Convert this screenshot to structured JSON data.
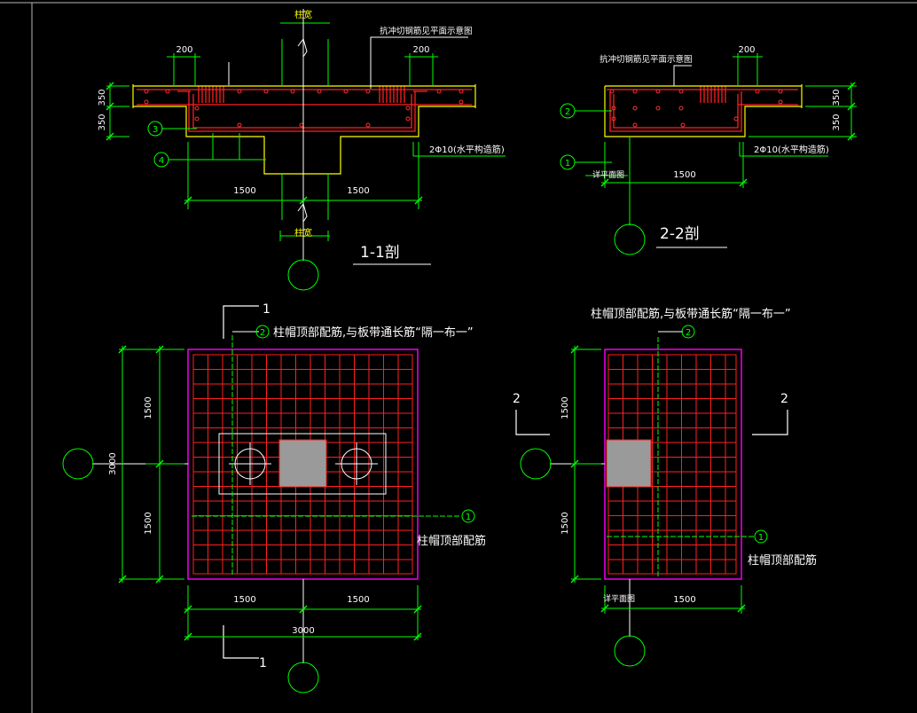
{
  "colors": {
    "background": "#000000",
    "dimension": "#00ff00",
    "concrete_outline": "#ffff00",
    "rebar": "#ff2020",
    "stirrup": "#ff3030",
    "cap_boundary": "#ff00ff",
    "axis": "#ffffff",
    "leader": "#ffffff",
    "column_fill": "#9a9a9a",
    "frame": "#b8b8b8"
  },
  "section_1": {
    "title": "1-1剖",
    "note_top": "抗冲切钢筋见平面示意图",
    "col_width_top": "柱宽",
    "col_width_bottom": "柱宽",
    "dim_200_left": "200",
    "dim_200_right": "200",
    "dim_350_upper": "350",
    "dim_350_lower": "350",
    "dim_1500_left": "1500",
    "dim_1500_right": "1500",
    "rebar_note": "2Φ10(水平构造筋)",
    "marker_3": "3",
    "marker_4": "4"
  },
  "section_2": {
    "title": "2-2剖",
    "note_top": "抗冲切钢筋见平面示意图",
    "dim_200": "200",
    "dim_350_upper": "350",
    "dim_350_lower": "350",
    "dim_1500": "1500",
    "rebar_note": "2Φ10(水平构造筋)",
    "edge_note": "详平面图",
    "marker_1": "1",
    "marker_2": "2"
  },
  "plan_left": {
    "cut_label_top": "1",
    "cut_label_bottom": "1",
    "note_top": "柱帽顶部配筋,与板带通长筋“隔一布一”",
    "note_bottom": "柱帽顶部配筋",
    "marker_top": "2",
    "marker_bottom": "1",
    "dim_total_v": "3000",
    "dim_1500_v_top": "1500",
    "dim_1500_v_bottom": "1500",
    "dim_1500_h_left": "1500",
    "dim_1500_h_right": "1500",
    "dim_total_h": "3000"
  },
  "plan_right": {
    "cut_label_left": "2",
    "cut_label_right": "2",
    "note_top": "柱帽顶部配筋,与板带通长筋“隔一布一”",
    "note_bottom": "柱帽顶部配筋",
    "marker_top": "2",
    "marker_bottom": "1",
    "dim_1500_v_top": "1500",
    "dim_1500_v_bottom": "1500",
    "dim_1500_h": "1500",
    "edge_note": "详平面图"
  }
}
